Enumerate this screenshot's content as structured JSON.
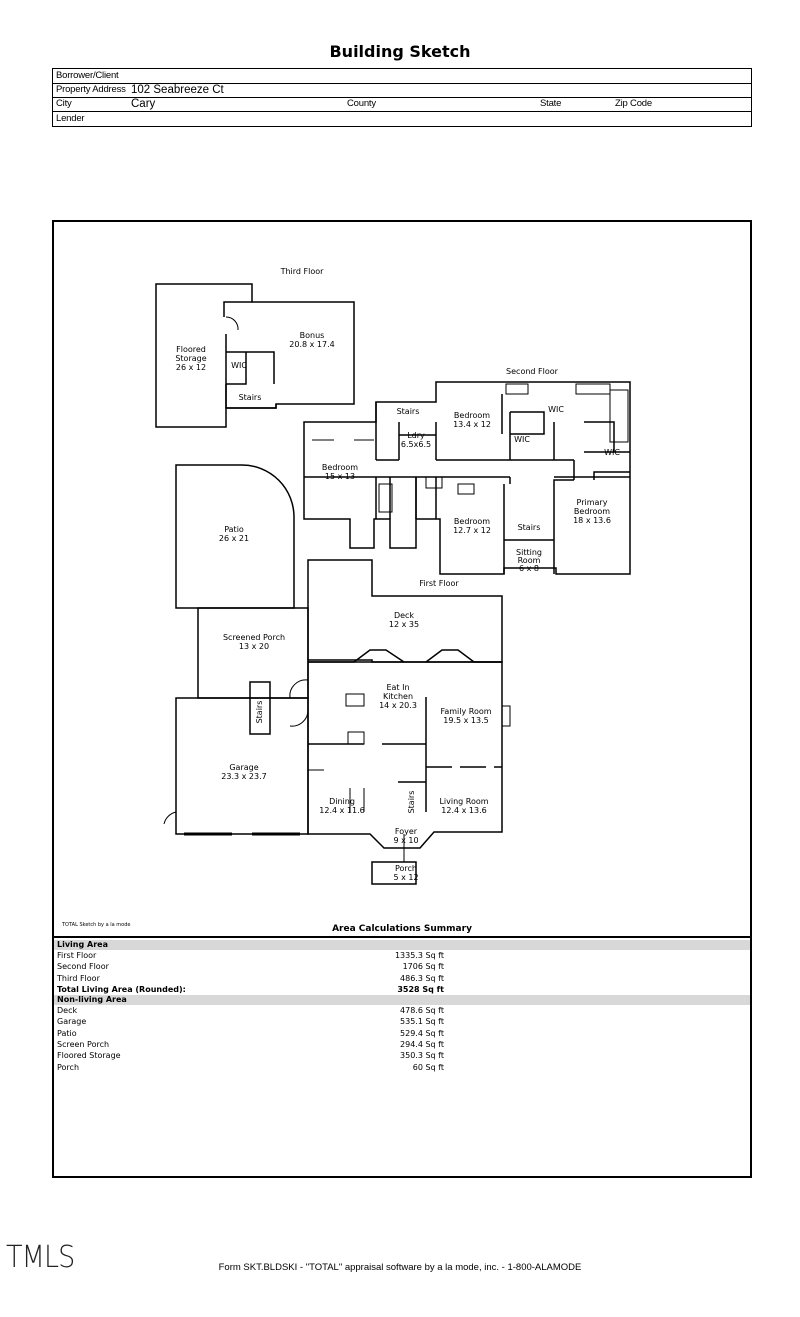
{
  "title": "Building Sketch",
  "header": {
    "borrower_label": "Borrower/Client",
    "property_label": "Property Address",
    "property_value": "102 Seabreeze Ct",
    "city_label": "City",
    "city_value": "Cary",
    "county_label": "County",
    "state_label": "State",
    "zip_label": "Zip Code",
    "lender_label": "Lender"
  },
  "sketch": {
    "third_floor": "Third Floor",
    "second_floor": "Second Floor",
    "first_floor": "First Floor",
    "floored_storage": [
      "Floored",
      "Storage",
      "26 x 12"
    ],
    "bonus": [
      "Bonus",
      "20.8 x 17.4"
    ],
    "wic": "WIC",
    "stairs": "Stairs",
    "bedroom_a": [
      "Bedroom",
      "13.4 x 12"
    ],
    "ldry": [
      "Ldry",
      "6.5x6.5"
    ],
    "bedroom_b": [
      "Bedroom",
      "15 x 13"
    ],
    "bedroom_c": [
      "Bedroom",
      "12.7 x 12"
    ],
    "primary": [
      "Primary",
      "Bedroom",
      "18 x 13.6"
    ],
    "sitting": [
      "Sitting",
      "Room",
      "6 x 8"
    ],
    "patio": [
      "Patio",
      "26 x 21"
    ],
    "deck": [
      "Deck",
      "12 x 35"
    ],
    "screened_porch": [
      "Screened Porch",
      "13 x 20"
    ],
    "eat_in": [
      "Eat In",
      "Kitchen",
      "14 x 20.3"
    ],
    "family": [
      "Family Room",
      "19.5 x 13.5"
    ],
    "garage": [
      "Garage",
      "23.3 x 23.7"
    ],
    "dining": [
      "Dining",
      "12.4 x 11.6"
    ],
    "living": [
      "Living Room",
      "12.4 x 13.6"
    ],
    "foyer": [
      "Foyer",
      "9 x 10"
    ],
    "porch": [
      "Porch",
      "5 x 12"
    ]
  },
  "credit": "TOTAL Sketch by a la mode",
  "area_title": "Area Calculations Summary",
  "living_header": "Living Area",
  "living": [
    {
      "name": "First Floor",
      "value": "1335.3 Sq ft"
    },
    {
      "name": "Second Floor",
      "value": "1706 Sq ft"
    },
    {
      "name": "Third Floor",
      "value": "486.3 Sq ft"
    }
  ],
  "total_name": "Total Living Area (Rounded):",
  "total_value": "3528 Sq ft",
  "nonliving_header": "Non-living Area",
  "nonliving": [
    {
      "name": "Deck",
      "value": "478.6 Sq ft"
    },
    {
      "name": "Garage",
      "value": "535.1 Sq ft"
    },
    {
      "name": "Patio",
      "value": "529.4 Sq ft"
    },
    {
      "name": "Screen Porch",
      "value": "294.4 Sq ft"
    },
    {
      "name": "Floored Storage",
      "value": "350.3 Sq ft"
    },
    {
      "name": "Porch",
      "value": "60 Sq ft"
    }
  ],
  "tmls": "TMLS",
  "footer": "Form SKT.BLDSKI - \"TOTAL\" appraisal software by a la mode, inc. - 1-800-ALAMODE"
}
